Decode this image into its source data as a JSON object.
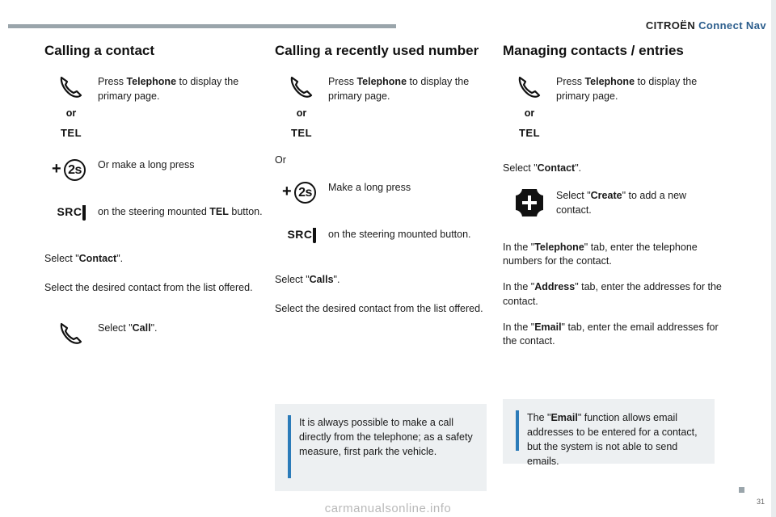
{
  "header": {
    "brand_part1": "CITROËN ",
    "brand_part2": "Connect Nav",
    "accent_color": "#2b5d8c",
    "rule_color": "#9aa5ab"
  },
  "columns": [
    {
      "title": "Calling a contact",
      "blocks": [
        {
          "type": "icon-row",
          "icon": "phone-icon",
          "text_parts": [
            "Press ",
            "Telephone",
            " to display the primary page."
          ]
        },
        {
          "type": "or",
          "label": "or"
        },
        {
          "type": "tel",
          "label": "TEL"
        },
        {
          "type": "icon-row",
          "icon": "plus-2s-icon",
          "text": "Or make a long press"
        },
        {
          "type": "icon-row",
          "icon": "src-icon",
          "text_parts": [
            "on the steering mounted ",
            "TEL",
            " button."
          ]
        },
        {
          "type": "text",
          "text_parts": [
            "Select \"",
            "Contact",
            "\"."
          ]
        },
        {
          "type": "text",
          "text": "Select the desired contact from the list offered."
        },
        {
          "type": "icon-row",
          "icon": "phone-icon",
          "text_parts": [
            "Select \"",
            "Call",
            "\"."
          ]
        }
      ]
    },
    {
      "title": "Calling a recently used number",
      "blocks": [
        {
          "type": "icon-row",
          "icon": "phone-icon",
          "text_parts": [
            "Press ",
            "Telephone",
            " to display the primary page."
          ]
        },
        {
          "type": "or",
          "label": "or"
        },
        {
          "type": "tel",
          "label": "TEL"
        },
        {
          "type": "text",
          "text": "Or"
        },
        {
          "type": "icon-row",
          "icon": "plus-2s-icon",
          "text": "Make a long press"
        },
        {
          "type": "icon-row",
          "icon": "src-icon",
          "text": "on the steering mounted button."
        },
        {
          "type": "text",
          "text_parts": [
            "Select \"",
            "Calls",
            "\"."
          ]
        },
        {
          "type": "text",
          "text": "Select the desired contact from the list offered."
        }
      ]
    },
    {
      "title": "Managing contacts / entries",
      "blocks": [
        {
          "type": "icon-row",
          "icon": "phone-icon",
          "text_parts": [
            "Press ",
            "Telephone",
            " to display the primary page."
          ]
        },
        {
          "type": "or",
          "label": "or"
        },
        {
          "type": "tel",
          "label": "TEL"
        },
        {
          "type": "text",
          "text_parts": [
            "Select \"",
            "Contact",
            "\"."
          ]
        },
        {
          "type": "icon-row",
          "icon": "add-contact-icon",
          "text_parts": [
            "Select \"",
            "Create",
            "\" to add a new contact."
          ]
        },
        {
          "type": "text",
          "text_parts": [
            "In the \"",
            "Telephone",
            "\" tab, enter the telephone numbers for the contact."
          ]
        },
        {
          "type": "text",
          "text_parts": [
            "In the \"",
            "Address",
            "\" tab, enter the addresses for the contact."
          ]
        },
        {
          "type": "text",
          "text_parts": [
            "In the \"",
            "Email",
            "\" tab, enter the email addresses for the contact."
          ]
        }
      ]
    }
  ],
  "notes": [
    {
      "id": "note-call-directly",
      "text": "It is always possible to make a call directly from the telephone; as a safety measure, first park the vehicle.",
      "accent_color": "#2b7bb9",
      "background": "#edf0f2"
    },
    {
      "id": "note-email-function",
      "text_parts": [
        "The \"",
        "Email",
        "\" function allows email addresses to be entered for a contact, but the system is not able to send emails."
      ],
      "accent_color": "#2b7bb9",
      "background": "#edf0f2"
    }
  ],
  "footer": {
    "page_number": "31",
    "watermark": "carmanualsonline.info"
  }
}
